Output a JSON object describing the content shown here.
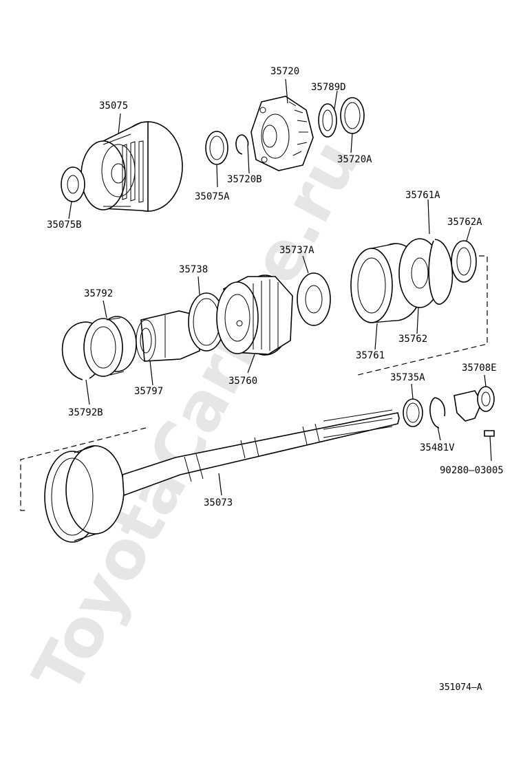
{
  "watermark": "ToyotaCarline.ru",
  "figure_ref": "351074–A",
  "labels": {
    "p35720": "35720",
    "p35789D": "35789D",
    "p35075": "35075",
    "p35720A": "35720A",
    "p35720B": "35720B",
    "p35075A": "35075A",
    "p35075B": "35075B",
    "p35761A": "35761A",
    "p35762A": "35762A",
    "p35737A": "35737A",
    "p35738": "35738",
    "p35792": "35792",
    "p35761": "35761",
    "p35762": "35762",
    "p35760": "35760",
    "p35797": "35797",
    "p35792B": "35792B",
    "p35735A": "35735A",
    "p35708E": "35708E",
    "p35481V": "35481V",
    "p90280": "90280–03005",
    "p35073": "35073"
  },
  "colors": {
    "line": "#000000",
    "background": "#ffffff",
    "watermark": "#e6e6e6"
  }
}
